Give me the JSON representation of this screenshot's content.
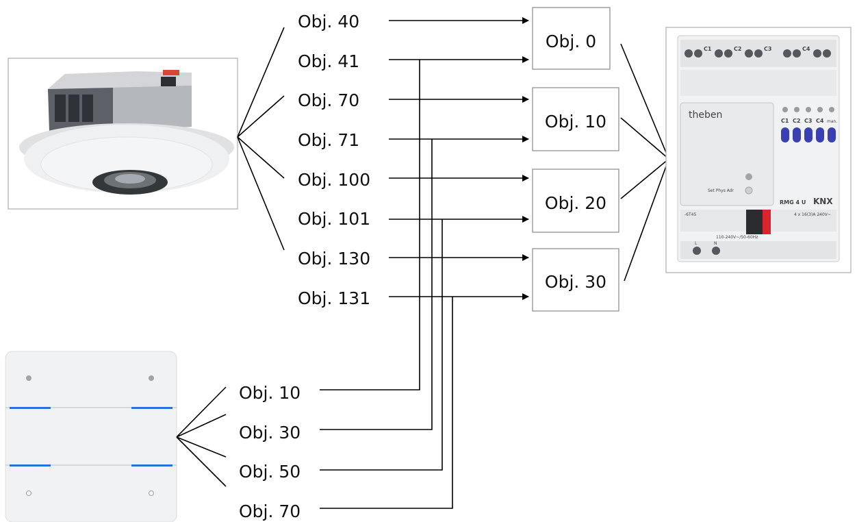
{
  "sensor_outputs": [
    "Obj. 40",
    "Obj. 41",
    "Obj. 70",
    "Obj. 71",
    "Obj. 100",
    "Obj. 101",
    "Obj. 130",
    "Obj. 131"
  ],
  "actuator_inputs": [
    "Obj. 0",
    "Obj. 10",
    "Obj. 20",
    "Obj. 30"
  ],
  "pushbutton_outputs": [
    "Obj. 10",
    "Obj. 30",
    "Obj. 50",
    "Obj. 70"
  ],
  "actuator_device": {
    "brand": "theben",
    "model": "RMG 4 U",
    "bus_logo": "KNX",
    "prog_label": "Set Phys Adr",
    "rating": "4 x 16(3)A 240V~",
    "supply": "110-240V~/50-60Hz",
    "part_code": "-6T45",
    "channels": [
      "C1",
      "C2",
      "C3",
      "C4",
      "man."
    ],
    "top_terminals": [
      "C1",
      "C2",
      "C3",
      "C4"
    ],
    "bottom_terminals": [
      "L",
      "N"
    ]
  },
  "colors": {
    "line": "#000000",
    "box_border": "#888888",
    "accent_blue": "#2f6fd6",
    "button_blue": "#3a3fb2",
    "relay_red": "#d9262e"
  }
}
